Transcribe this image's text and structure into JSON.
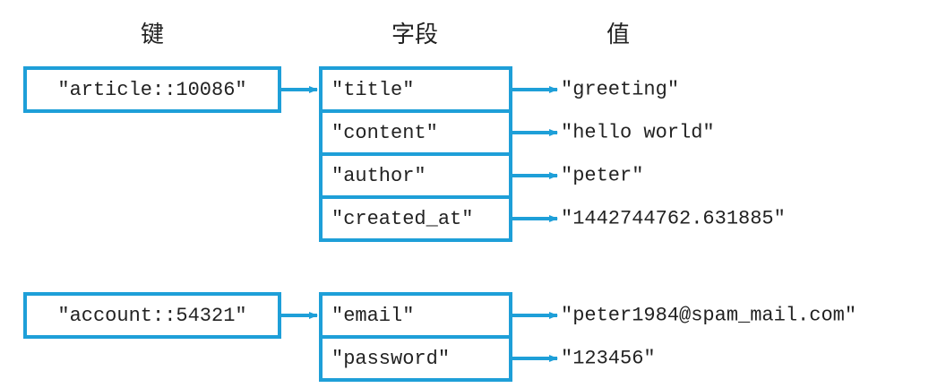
{
  "headers": {
    "key": "键",
    "field": "字段",
    "value": "值"
  },
  "hashes": [
    {
      "key": "\"article::10086\"",
      "entries": [
        {
          "field": "\"title\"",
          "value": "\"greeting\""
        },
        {
          "field": "\"content\"",
          "value": "\"hello world\""
        },
        {
          "field": "\"author\"",
          "value": "\"peter\""
        },
        {
          "field": "\"created_at\"",
          "value": "\"1442744762.631885\""
        }
      ]
    },
    {
      "key": "\"account::54321\"",
      "entries": [
        {
          "field": "\"email\"",
          "value": "\"peter1984@spam_mail.com\""
        },
        {
          "field": "\"password\"",
          "value": "\"123456\""
        }
      ]
    }
  ],
  "colors": {
    "accent": "#1e9fd8",
    "text": "#222222"
  }
}
